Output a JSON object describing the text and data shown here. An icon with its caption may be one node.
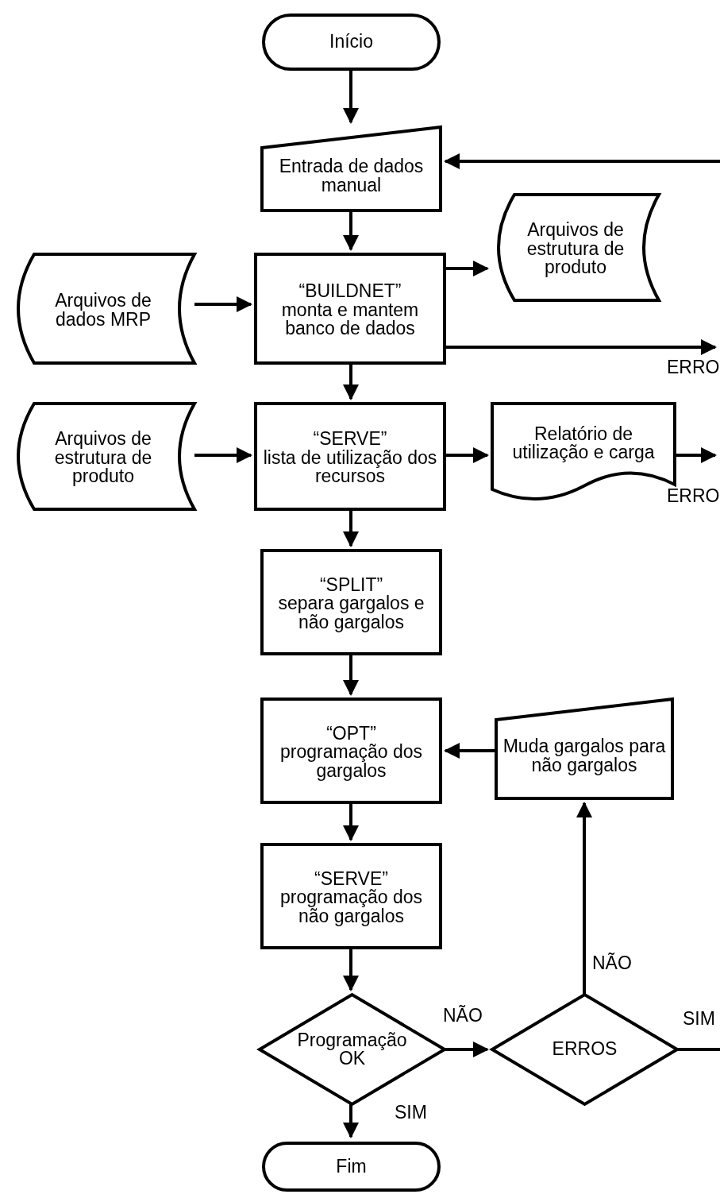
{
  "diagram": {
    "nodes": [
      {
        "text": [
          "Início"
        ]
      },
      {
        "text": [
          "Entrada de dados manual"
        ]
      },
      {
        "text": [
          "“BUILDNET”",
          "monta e mantem banco de dados"
        ]
      },
      {
        "text": [
          "Arquivos de estrutura de produto"
        ]
      },
      {
        "text": [
          "Arquivos de dados MRP"
        ]
      },
      {
        "text": [
          "“SERVE”",
          "lista de utilização dos recursos"
        ]
      },
      {
        "text": [
          "Arquivos de estrutura de produto"
        ]
      },
      {
        "text": [
          "Relatório de utilização e carga"
        ]
      },
      {
        "text": [
          "“SPLIT”",
          "separa gargalos e não gargalos"
        ]
      },
      {
        "text": [
          "“OPT”",
          "programação dos gargalos"
        ]
      },
      {
        "text": [
          "Muda gargalos para não gargalos"
        ]
      },
      {
        "text": [
          "“SERVE”",
          "programação dos não gargalos"
        ]
      },
      {
        "text": [
          "Programação OK"
        ]
      },
      {
        "text": [
          "ERROS"
        ]
      },
      {
        "text": [
          "Fim"
        ]
      }
    ],
    "edges": [
      {
        "from": 0,
        "to": 1,
        "arrow": "to"
      },
      {
        "from": null,
        "to": 1,
        "arrow": "to"
      },
      {
        "from": 1,
        "to": 2,
        "arrow": "to"
      },
      {
        "from": 2,
        "to": 3,
        "arrow": "to"
      },
      {
        "from": 4,
        "to": 2,
        "arrow": "to"
      },
      {
        "from": 2,
        "to": null,
        "arrow": "to",
        "label": "ERRO"
      },
      {
        "from": 2,
        "to": 5,
        "arrow": "to"
      },
      {
        "from": 6,
        "to": 5,
        "arrow": "to"
      },
      {
        "from": 5,
        "to": 7,
        "arrow": "to"
      },
      {
        "from": 7,
        "to": null,
        "arrow": "to",
        "label": "ERRO"
      },
      {
        "from": 5,
        "to": 8,
        "arrow": "to"
      },
      {
        "from": 8,
        "to": 9,
        "arrow": "to"
      },
      {
        "from": 10,
        "to": 9,
        "arrow": "to"
      },
      {
        "from": 9,
        "to": 11,
        "arrow": "to"
      },
      {
        "from": 11,
        "to": 12,
        "arrow": "to"
      },
      {
        "from": 12,
        "to": 13,
        "arrow": "to",
        "label": "NÃO"
      },
      {
        "from": 13,
        "to": 10,
        "arrow": "to",
        "label": "NÃO"
      },
      {
        "from": 13,
        "to": null,
        "arrow": "none",
        "label": "SIM"
      },
      {
        "from": 12,
        "to": 14,
        "arrow": "to",
        "label": "SIM"
      }
    ]
  }
}
